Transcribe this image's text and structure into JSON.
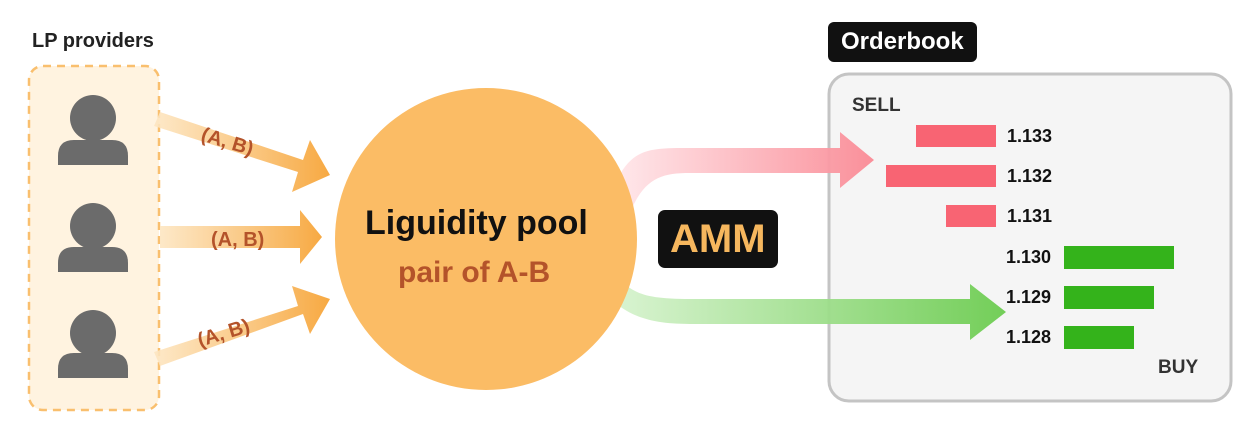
{
  "lp_section": {
    "title": "LP providers",
    "providers": [
      {
        "icon": "user-icon",
        "flow_label": "(A, B)"
      },
      {
        "icon": "user-icon",
        "flow_label": "(A, B)"
      },
      {
        "icon": "user-icon",
        "flow_label": "(A, B)"
      }
    ]
  },
  "pool": {
    "title": "Liguidity pool",
    "subtitle": "pair of A-B",
    "color": "#fbbc65"
  },
  "amm": {
    "label": "AMM"
  },
  "orderbook": {
    "title": "Orderbook",
    "sell_label": "SELL",
    "buy_label": "BUY",
    "sell_orders": [
      {
        "price": "1.133"
      },
      {
        "price": "1.132"
      },
      {
        "price": "1.131"
      }
    ],
    "buy_orders": [
      {
        "price": "1.130"
      },
      {
        "price": "1.129"
      },
      {
        "price": "1.128"
      }
    ]
  },
  "colors": {
    "sell": "#f86473",
    "buy": "#34b31b",
    "arrow_orange": "#f6a43b",
    "flow_label": "#b4532a",
    "user_icon": "#6b6b6b"
  }
}
